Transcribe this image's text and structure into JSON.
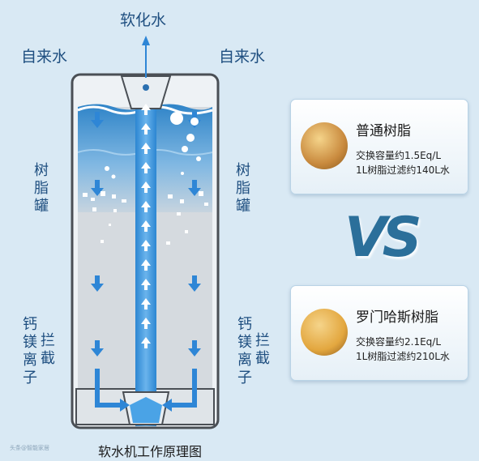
{
  "top_label": "软化水",
  "inlet_left": "自来水",
  "inlet_right": "自来水",
  "tank_left_label": [
    "树",
    "脂",
    "罐"
  ],
  "tank_right_label": [
    "树",
    "脂",
    "罐"
  ],
  "ion_left": {
    "col1": [
      "钙",
      "镁",
      "离",
      "子"
    ],
    "col2": [
      "拦",
      "截"
    ]
  },
  "ion_right": {
    "col1": [
      "钙",
      "镁",
      "离",
      "子"
    ],
    "col2": [
      "拦",
      "截"
    ]
  },
  "caption": "软水机工作原理图",
  "watermark": "头条@智能家居",
  "vs_text": "VS",
  "cards": [
    {
      "title": "普通树脂",
      "line1": "交换容量约1.5Eq/L",
      "line2": "1L树脂过滤约140L水",
      "color": "#c98a3e"
    },
    {
      "title": "罗门哈斯树脂",
      "line1": "交换容量约2.1Eq/L",
      "line2": "1L树脂过滤约210L水",
      "color": "#e3a73f"
    }
  ],
  "colors": {
    "water": "#3a8fd0",
    "arrow": "#2e86d6",
    "resin": "#d3d8de",
    "label": "#1f4f80"
  }
}
